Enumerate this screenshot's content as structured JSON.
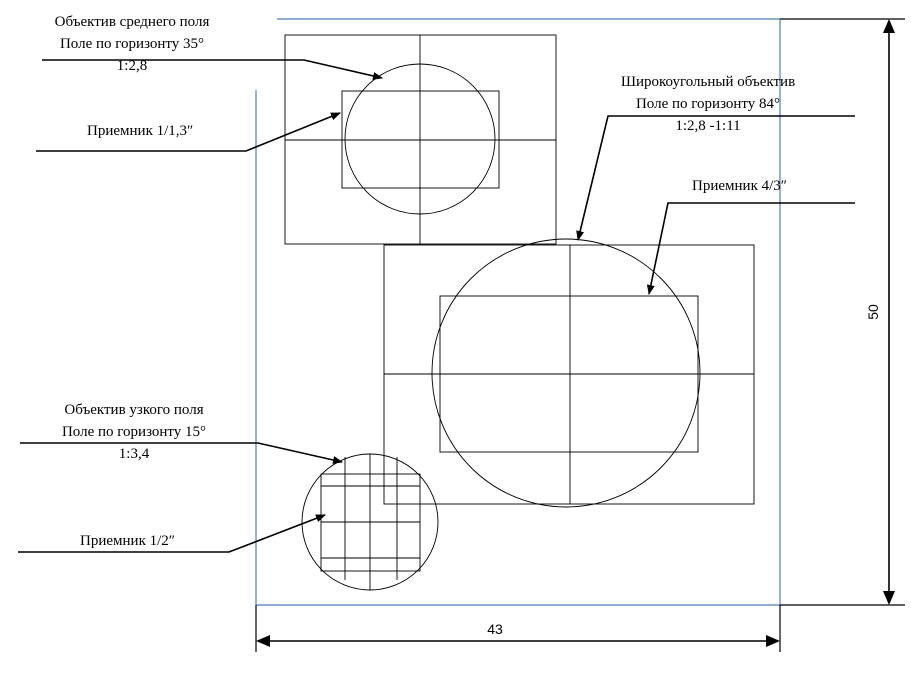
{
  "diagram": {
    "medium_lens": {
      "title": "Объектив среднего поля",
      "field": "Поле по горизонту 35°",
      "aperture": "1:2,8"
    },
    "receiver_1_1_3": {
      "label": "Приемник 1/1,3″"
    },
    "wide_lens": {
      "title": "Широкоугольный объектив",
      "field": "Поле по горизонту 84°",
      "aperture": "1:2,8 -1:11"
    },
    "receiver_4_3": {
      "label": "Приемник 4/3″"
    },
    "narrow_lens": {
      "title": "Объектив узкого поля",
      "field": "Поле по горизонту 15°",
      "aperture": "1:3,4"
    },
    "receiver_1_2": {
      "label": "Приемник 1/2″"
    },
    "dimensions": {
      "width": "43",
      "height": "50"
    },
    "colors": {
      "outline": "#4a7ebb",
      "lines": "#000000"
    }
  }
}
